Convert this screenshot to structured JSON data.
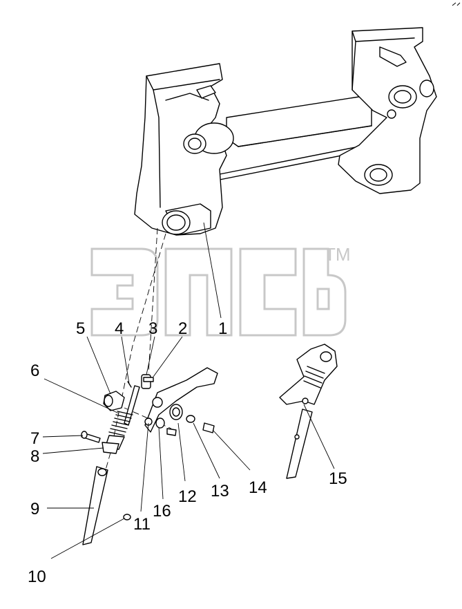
{
  "watermark": {
    "trademark": "TM",
    "color": "#c8c8c8"
  },
  "callouts": [
    {
      "id": "1",
      "label": "1"
    },
    {
      "id": "2",
      "label": "2"
    },
    {
      "id": "3",
      "label": "3"
    },
    {
      "id": "4",
      "label": "4"
    },
    {
      "id": "5",
      "label": "5"
    },
    {
      "id": "6",
      "label": "6"
    },
    {
      "id": "7",
      "label": "7"
    },
    {
      "id": "8",
      "label": "8"
    },
    {
      "id": "9",
      "label": "9"
    },
    {
      "id": "10",
      "label": "10"
    },
    {
      "id": "11",
      "label": "11"
    },
    {
      "id": "12",
      "label": "12"
    },
    {
      "id": "13",
      "label": "13"
    },
    {
      "id": "14",
      "label": "14"
    },
    {
      "id": "15",
      "label": "15"
    },
    {
      "id": "16",
      "label": "16"
    }
  ]
}
